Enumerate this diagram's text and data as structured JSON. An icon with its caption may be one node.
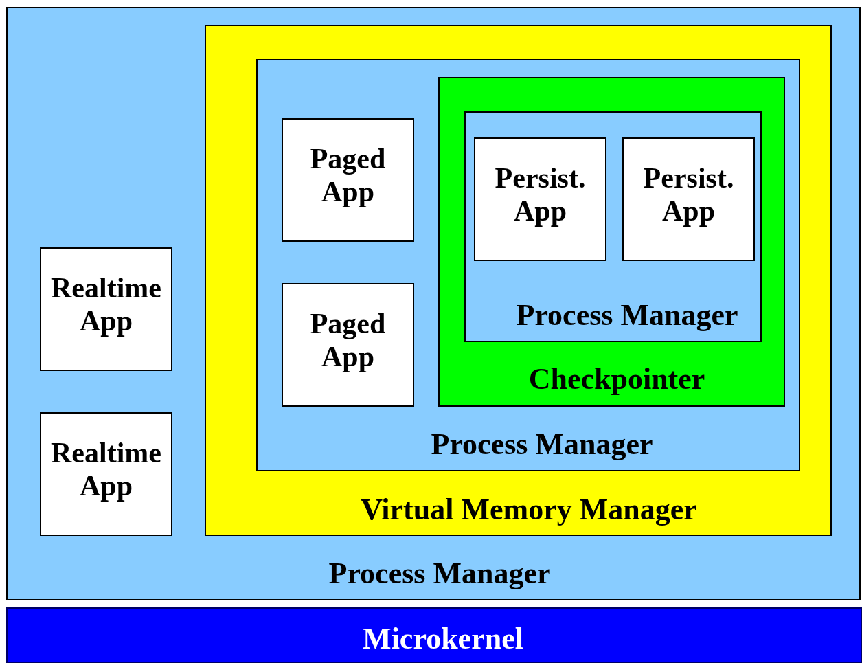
{
  "diagram": {
    "nodes": [
      {
        "text": [
          "Process Manager"
        ]
      },
      {
        "text": [
          "Virtual Memory Manager"
        ],
        "in": 0
      },
      {
        "text": [
          "Process Manager"
        ],
        "in": 1
      },
      {
        "text": [
          "Checkpointer"
        ],
        "in": 2
      },
      {
        "text": [
          "Process Manager"
        ],
        "in": 3
      },
      {
        "text": [
          "Persist. App"
        ],
        "in": 4
      },
      {
        "text": [
          "Persist. App"
        ],
        "in": 4
      },
      {
        "text": [
          "Paged App"
        ],
        "in": 2
      },
      {
        "text": [
          "Paged App"
        ],
        "in": 2
      },
      {
        "text": [
          "Realtime App"
        ],
        "in": 0
      },
      {
        "text": [
          "Realtime App"
        ],
        "in": 0
      },
      {
        "text": [
          "Microkernel"
        ]
      }
    ]
  }
}
